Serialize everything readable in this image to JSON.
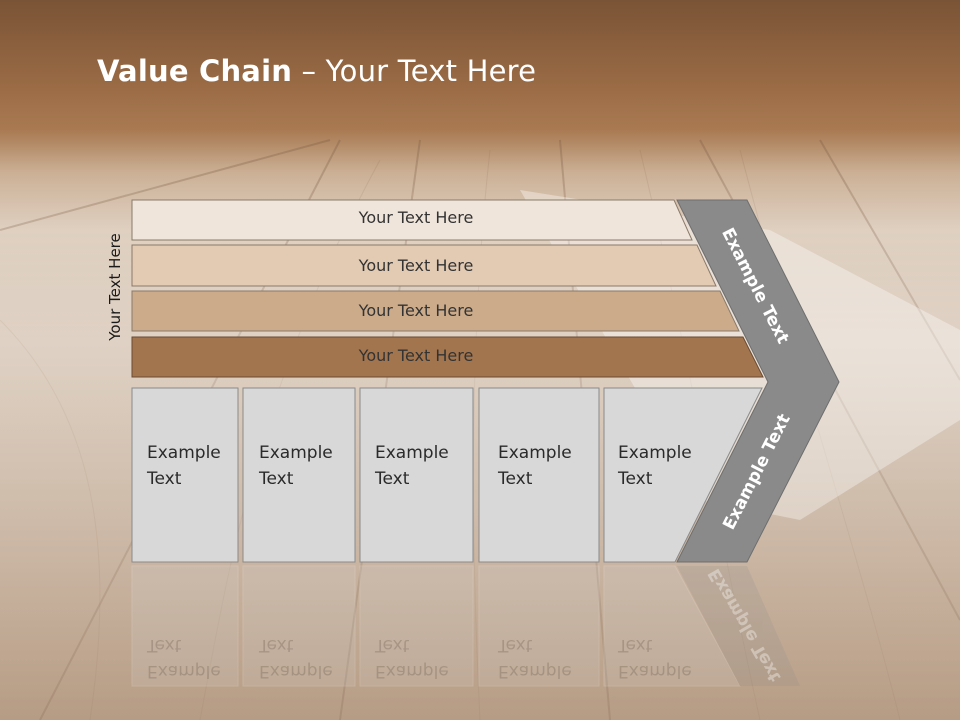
{
  "slide": {
    "title_bold": "Value Chain",
    "title_rest": " – Your Text Here",
    "side_label": "Your Text Here"
  },
  "rows": [
    {
      "label": "Your Text Here",
      "color": "#efe5db"
    },
    {
      "label": "Your Text Here",
      "color": "#e2cab3"
    },
    {
      "label": "Your Text Here",
      "color": "#ccab8b"
    },
    {
      "label": "Your Text Here",
      "color": "#a2754f"
    }
  ],
  "boxes": [
    {
      "line1": "Example",
      "line2": "Text"
    },
    {
      "line1": "Example",
      "line2": "Text"
    },
    {
      "line1": "Example",
      "line2": "Text"
    },
    {
      "line1": "Example",
      "line2": "Text"
    },
    {
      "line1": "Example",
      "line2": "Text"
    }
  ],
  "chevron": {
    "upper_label": "Example Text",
    "lower_label": "Example Text",
    "color": "#8a8a8a"
  },
  "colors": {
    "box_fill": "#d8d8d8",
    "header_brown": "#8a5e3c"
  }
}
